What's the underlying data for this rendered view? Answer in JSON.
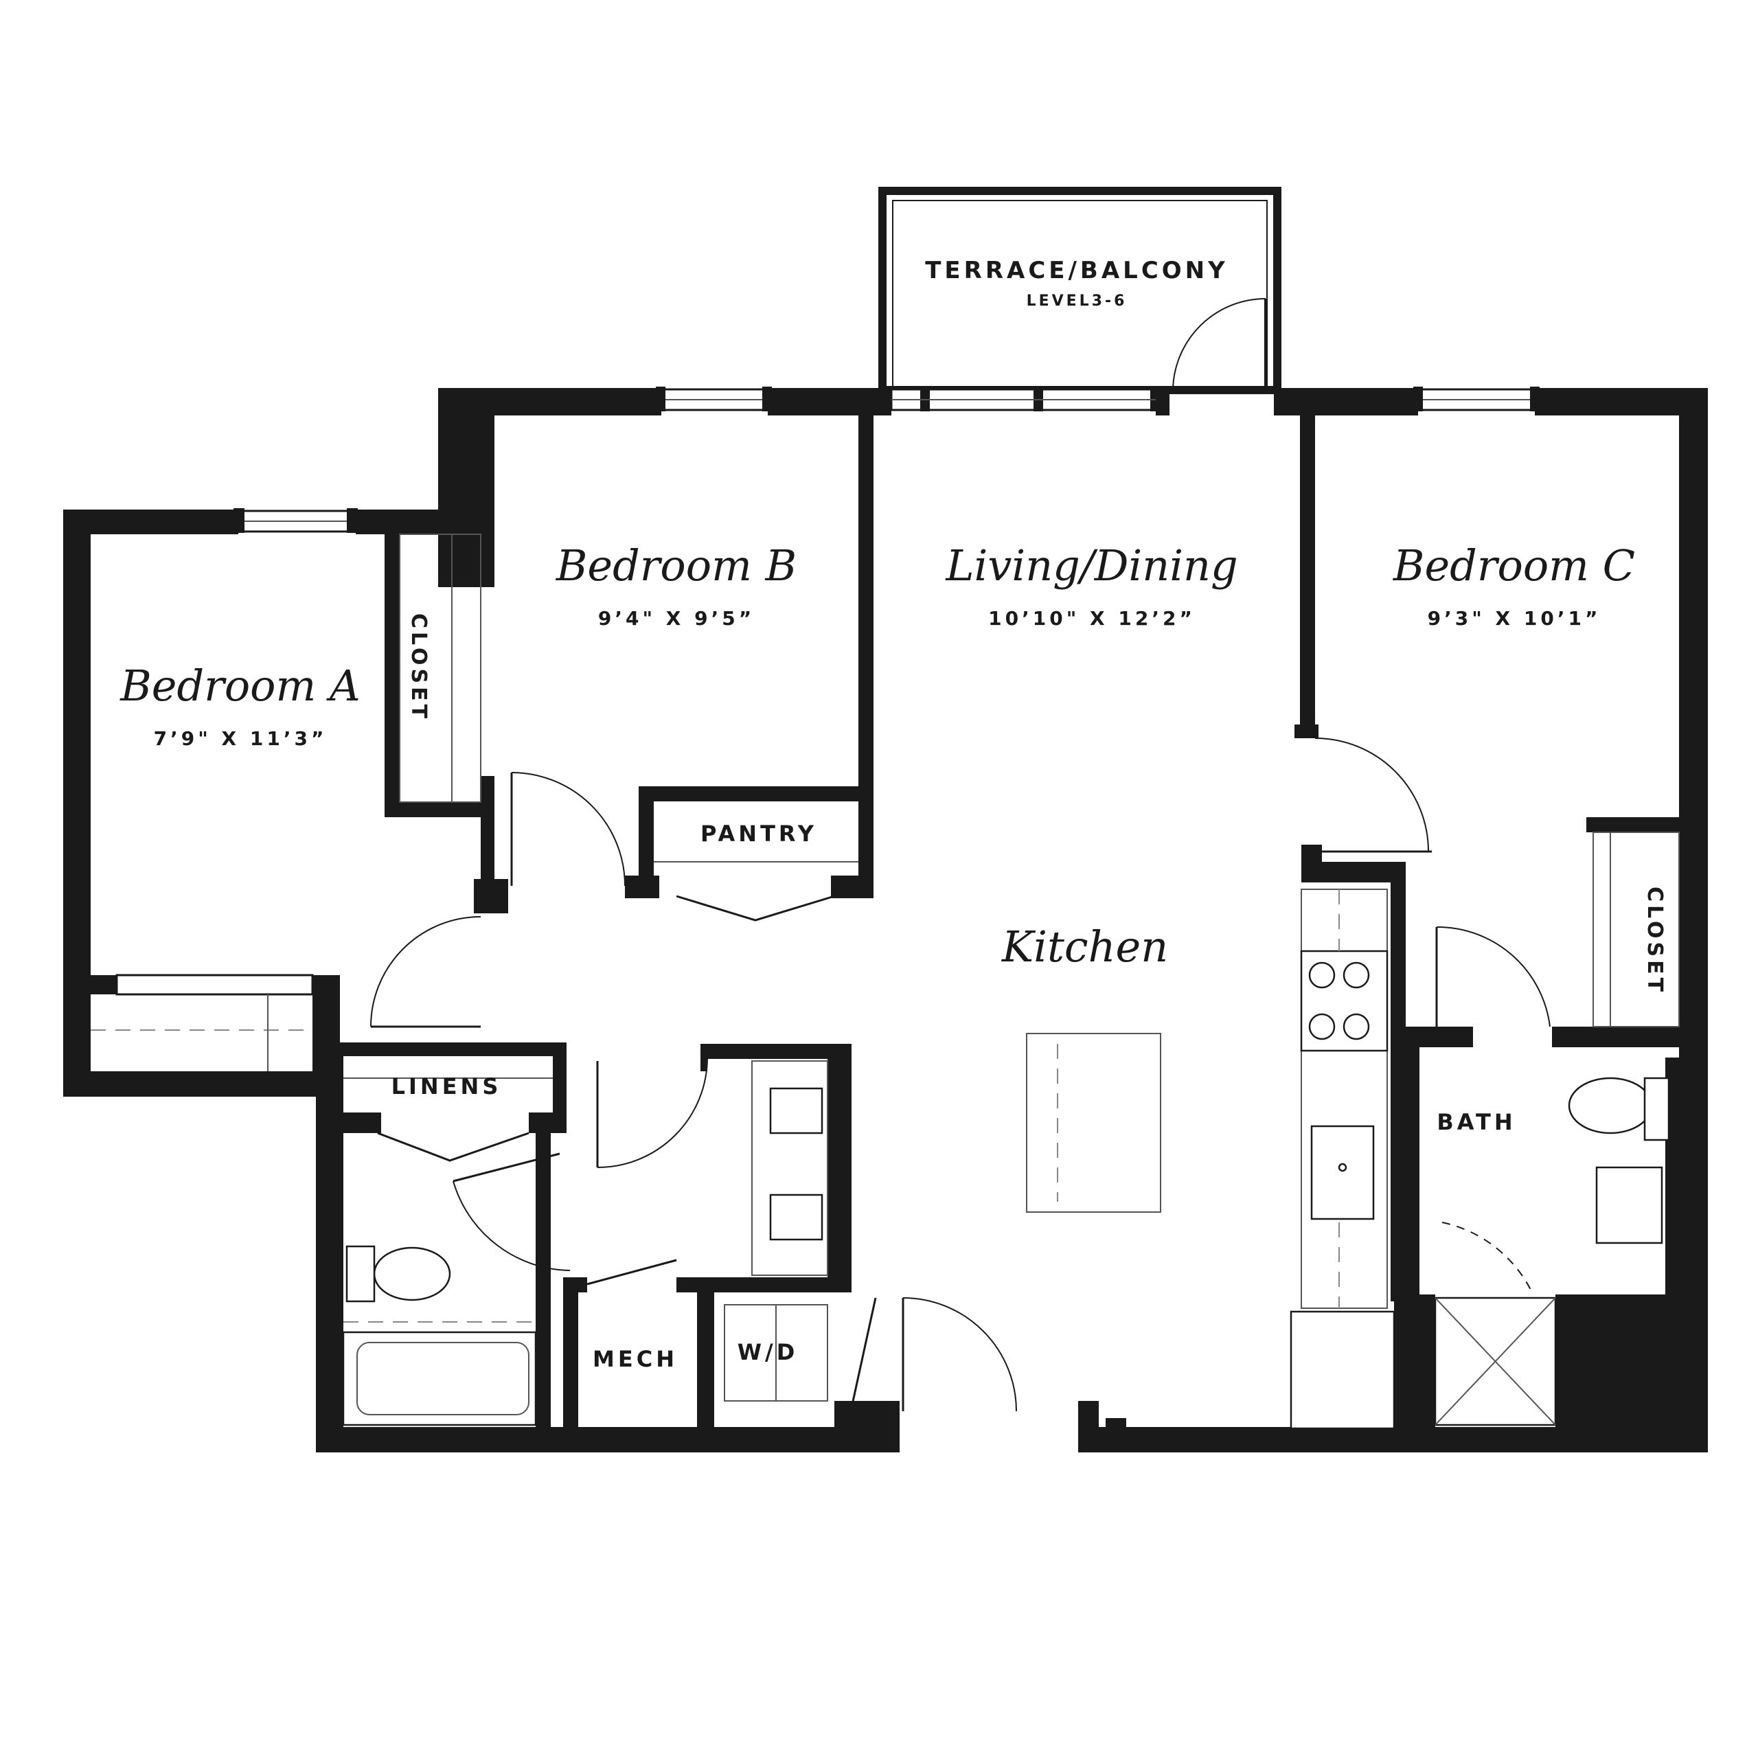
{
  "rooms": {
    "bedroom_a": {
      "name": "Bedroom A",
      "dims": "7’9\" X 11’3”"
    },
    "bedroom_b": {
      "name": "Bedroom B",
      "dims": "9’4\" X 9’5”"
    },
    "living": {
      "name": "Living/Dining",
      "dims": "10’10\" X 12’2”"
    },
    "bedroom_c": {
      "name": "Bedroom C",
      "dims": "9’3\" X 10’1”"
    },
    "kitchen": {
      "name": "Kitchen"
    }
  },
  "terrace": {
    "name": "TERRACE/BALCONY",
    "level": "LEVEL3-6"
  },
  "labels": {
    "closet_a": "CLOSET",
    "closet_c": "CLOSET",
    "pantry": "PANTRY",
    "linens": "LINENS",
    "bath": "BATH",
    "mech": "MECH",
    "wd": "W/D"
  }
}
